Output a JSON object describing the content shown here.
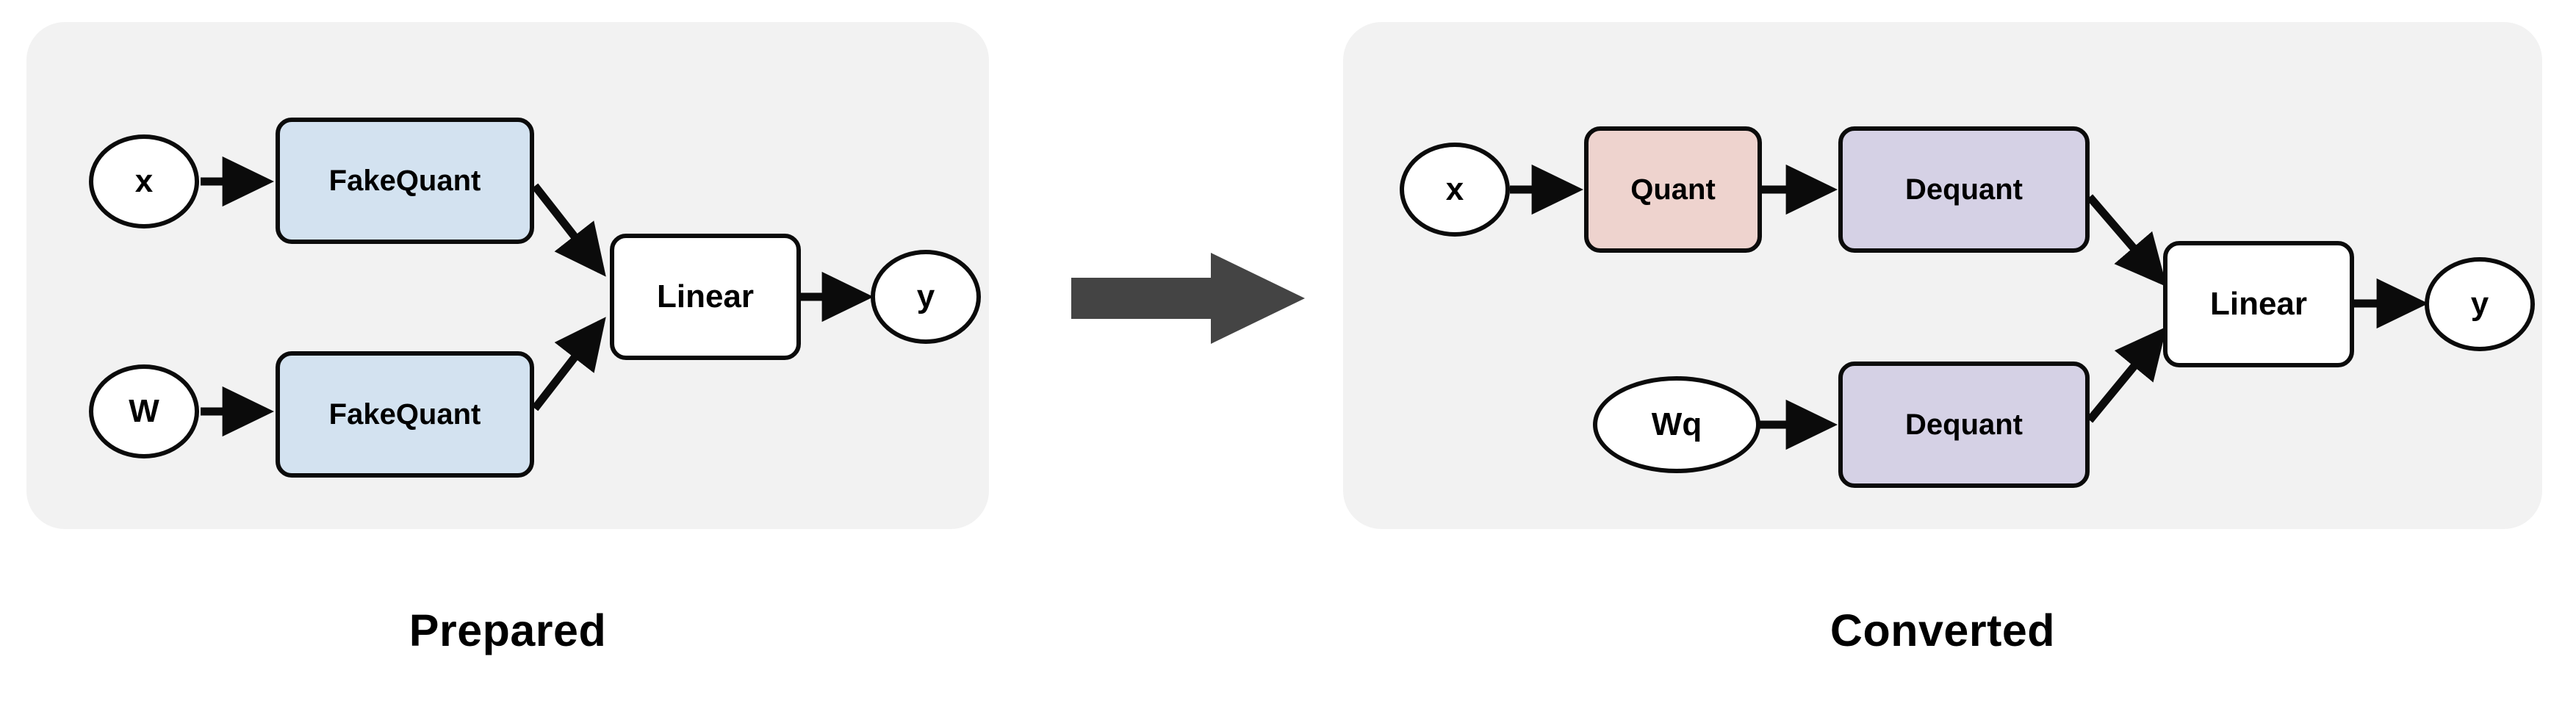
{
  "figure": {
    "type": "diagram",
    "subject": "quantization graph transformation",
    "background_color": "#ffffff",
    "panel_background_color": "#f2f2f2"
  },
  "transition_arrow": {
    "name": "converts-to-arrow",
    "direction": "right",
    "color": "#444444"
  },
  "panels": [
    {
      "id": "prepared",
      "caption": "Prepared",
      "nodes": [
        {
          "id": "x",
          "label": "x",
          "shape": "ellipse",
          "fill": "#ffffff"
        },
        {
          "id": "fq1",
          "label": "FakeQuant",
          "shape": "box",
          "fill": "#d3e2f0"
        },
        {
          "id": "w",
          "label": "W",
          "shape": "ellipse",
          "fill": "#ffffff"
        },
        {
          "id": "fq2",
          "label": "FakeQuant",
          "shape": "box",
          "fill": "#d3e2f0"
        },
        {
          "id": "lin",
          "label": "Linear",
          "shape": "box",
          "fill": "#ffffff"
        },
        {
          "id": "y",
          "label": "y",
          "shape": "ellipse",
          "fill": "#ffffff"
        }
      ],
      "edges": [
        {
          "from": "x",
          "to": "fq1"
        },
        {
          "from": "w",
          "to": "fq2"
        },
        {
          "from": "fq1",
          "to": "lin"
        },
        {
          "from": "fq2",
          "to": "lin"
        },
        {
          "from": "lin",
          "to": "y"
        }
      ]
    },
    {
      "id": "converted",
      "caption": "Converted",
      "nodes": [
        {
          "id": "x",
          "label": "x",
          "shape": "ellipse",
          "fill": "#ffffff"
        },
        {
          "id": "q",
          "label": "Quant",
          "shape": "box",
          "fill": "#eed3ce"
        },
        {
          "id": "dq1",
          "label": "Dequant",
          "shape": "box",
          "fill": "#d5d1e5"
        },
        {
          "id": "wq",
          "label": "Wq",
          "shape": "ellipse",
          "fill": "#ffffff"
        },
        {
          "id": "dq2",
          "label": "Dequant",
          "shape": "box",
          "fill": "#d5d1e5"
        },
        {
          "id": "lin",
          "label": "Linear",
          "shape": "box",
          "fill": "#ffffff"
        },
        {
          "id": "y",
          "label": "y",
          "shape": "ellipse",
          "fill": "#ffffff"
        }
      ],
      "edges": [
        {
          "from": "x",
          "to": "q"
        },
        {
          "from": "q",
          "to": "dq1"
        },
        {
          "from": "wq",
          "to": "dq2"
        },
        {
          "from": "dq1",
          "to": "lin"
        },
        {
          "from": "dq2",
          "to": "lin"
        },
        {
          "from": "lin",
          "to": "y"
        }
      ]
    }
  ]
}
